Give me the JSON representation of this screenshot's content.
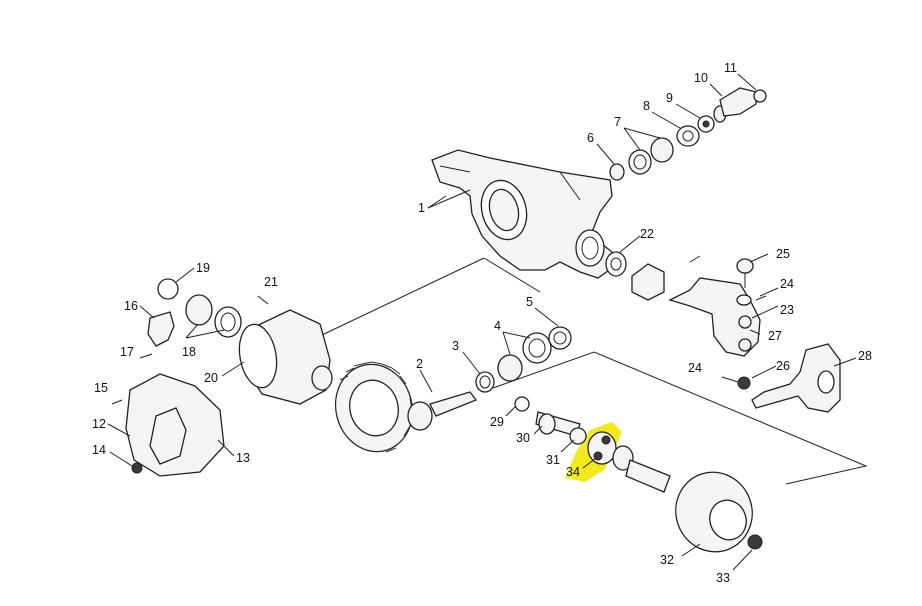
{
  "highlight_color": "#f2ea1c",
  "ink_color": "#222222",
  "callouts": [
    {
      "id": "1",
      "label": "1"
    },
    {
      "id": "2",
      "label": "2"
    },
    {
      "id": "3",
      "label": "3"
    },
    {
      "id": "4",
      "label": "4"
    },
    {
      "id": "5",
      "label": "5"
    },
    {
      "id": "6",
      "label": "6"
    },
    {
      "id": "7",
      "label": "7"
    },
    {
      "id": "8",
      "label": "8"
    },
    {
      "id": "9",
      "label": "9"
    },
    {
      "id": "10",
      "label": "10"
    },
    {
      "id": "11",
      "label": "11"
    },
    {
      "id": "12",
      "label": "12"
    },
    {
      "id": "13",
      "label": "13"
    },
    {
      "id": "14",
      "label": "14"
    },
    {
      "id": "15",
      "label": "15"
    },
    {
      "id": "16",
      "label": "16"
    },
    {
      "id": "17",
      "label": "17"
    },
    {
      "id": "18",
      "label": "18"
    },
    {
      "id": "19",
      "label": "19"
    },
    {
      "id": "20",
      "label": "20"
    },
    {
      "id": "21",
      "label": "21"
    },
    {
      "id": "22",
      "label": "22"
    },
    {
      "id": "23",
      "label": "23"
    },
    {
      "id": "24a",
      "label": "24"
    },
    {
      "id": "24b",
      "label": "24"
    },
    {
      "id": "25",
      "label": "25"
    },
    {
      "id": "26",
      "label": "26"
    },
    {
      "id": "27",
      "label": "27"
    },
    {
      "id": "28",
      "label": "28"
    },
    {
      "id": "29",
      "label": "29"
    },
    {
      "id": "30",
      "label": "30"
    },
    {
      "id": "31",
      "label": "31"
    },
    {
      "id": "32",
      "label": "32"
    },
    {
      "id": "33",
      "label": "33"
    },
    {
      "id": "34",
      "label": "34"
    }
  ]
}
